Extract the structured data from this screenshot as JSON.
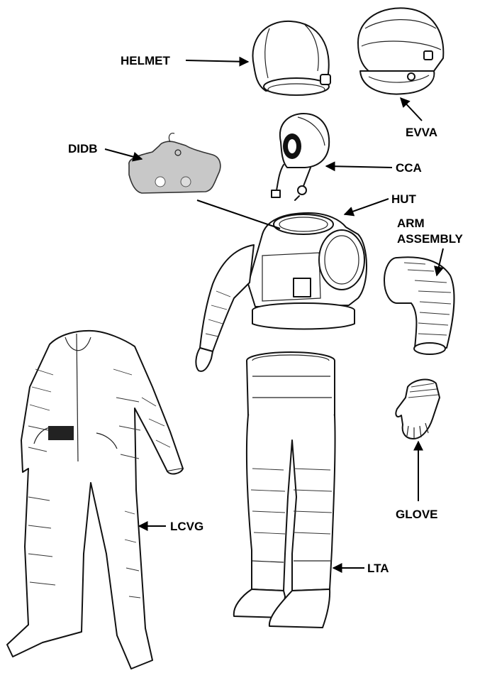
{
  "labels": {
    "helmet": "HELMET",
    "evva": "EVVA",
    "didb": "DIDB",
    "cca": "CCA",
    "hut": "HUT",
    "arm_assembly_line1": "ARM",
    "arm_assembly_line2": "ASSEMBLY",
    "glove": "GLOVE",
    "lcvg": "LCVG",
    "lta": "LTA"
  },
  "colors": {
    "ink": "#111111",
    "didb_fill": "#c8c8c8",
    "background": "#ffffff"
  }
}
